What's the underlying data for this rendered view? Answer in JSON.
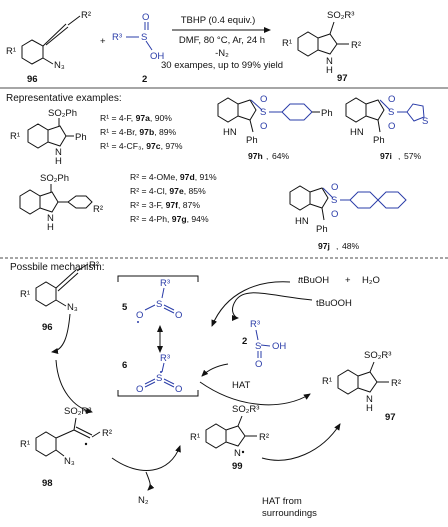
{
  "scheme": {
    "reactant1": {
      "label": "96",
      "substituents": [
        "R¹",
        "R²",
        "N₃"
      ]
    },
    "plus": "+",
    "reactant2": {
      "label": "2",
      "substituents": [
        "R³",
        "S",
        "O",
        "OH"
      ]
    },
    "conditions": [
      "TBHP (0.4 equiv.)",
      "DMF, 80 °C, Ar, 24 h",
      "-N₂",
      "30 exampes, up to 99% yield"
    ],
    "product": {
      "label": "97",
      "substituents": [
        "SO₂R³",
        "R¹",
        "R²",
        "N",
        "H"
      ]
    }
  },
  "examples": {
    "heading": "Representative examples:",
    "core1": {
      "top": "SO₂Ph",
      "r": "R¹",
      "ph": "Ph",
      "n": "N",
      "h": "H"
    },
    "series1": [
      {
        "sub": "R¹ = 4-F,",
        "code": "97a",
        "yield": "90%"
      },
      {
        "sub": "R¹ = 4-Br,",
        "code": "97b",
        "yield": "89%"
      },
      {
        "sub": "R¹ = 4-CF₃,",
        "code": "97c",
        "yield": "97%"
      }
    ],
    "core2": {
      "top": "SO₂Ph",
      "n": "N",
      "h": "H",
      "r": "R²"
    },
    "series2": [
      {
        "sub": "R² = 4-OMe,",
        "code": "97d",
        "yield": "91%"
      },
      {
        "sub": "R² = 4-Cl,",
        "code": "97e",
        "yield": "85%"
      },
      {
        "sub": "R² = 3-F,",
        "code": "97f",
        "yield": "87%"
      },
      {
        "sub": "R² = 4-Ph,",
        "code": "97g",
        "yield": "94%"
      }
    ],
    "h": {
      "code": "97h",
      "yield": "64%",
      "s": "S",
      "o": "O",
      "ph": "Ph",
      "ph2": "Ph",
      "n": "HN"
    },
    "i": {
      "code": "97i",
      "yield": "57%",
      "s": "S",
      "o": "O",
      "ring_s": "S",
      "ph": "Ph",
      "n": "HN"
    },
    "j": {
      "code": "97j",
      "yield": "48%",
      "s": "S",
      "o": "O",
      "ph": "Ph",
      "n": "HN"
    }
  },
  "mechanism": {
    "heading": "Possbile mechanism:",
    "c96": {
      "label": "96",
      "r1": "R¹",
      "r2": "R²",
      "n3": "N₃"
    },
    "radical5": {
      "label": "5",
      "r3": "R³",
      "s": "S",
      "o": "O",
      "o2": "O"
    },
    "radical6": {
      "label": "6",
      "r3": "R³",
      "s": "S",
      "o": "O",
      "o2": "O"
    },
    "tbuoh": "tBuOH",
    "plus": "+",
    "h2o": "H₂O",
    "tbuooh": "tBuOOH",
    "acid2": {
      "label": "2",
      "r3": "R³",
      "s": "S",
      "o": "O",
      "oh": "OH"
    },
    "hat1": "HAT",
    "c98": {
      "label": "98",
      "so2r3": "SO₂R³",
      "r1": "R¹",
      "r2": "R²",
      "n3": "N₃"
    },
    "n2": "N₂",
    "c99": {
      "label": "99",
      "so2r3": "SO₂R³",
      "r1": "R¹",
      "r2": "R²",
      "n": "N"
    },
    "c97": {
      "label": "97",
      "so2r3": "SO₂R³",
      "r1": "R¹",
      "r2": "R²",
      "n": "N",
      "h": "H"
    },
    "hat2_line1": "HAT from",
    "hat2_line2": "surroundings"
  }
}
